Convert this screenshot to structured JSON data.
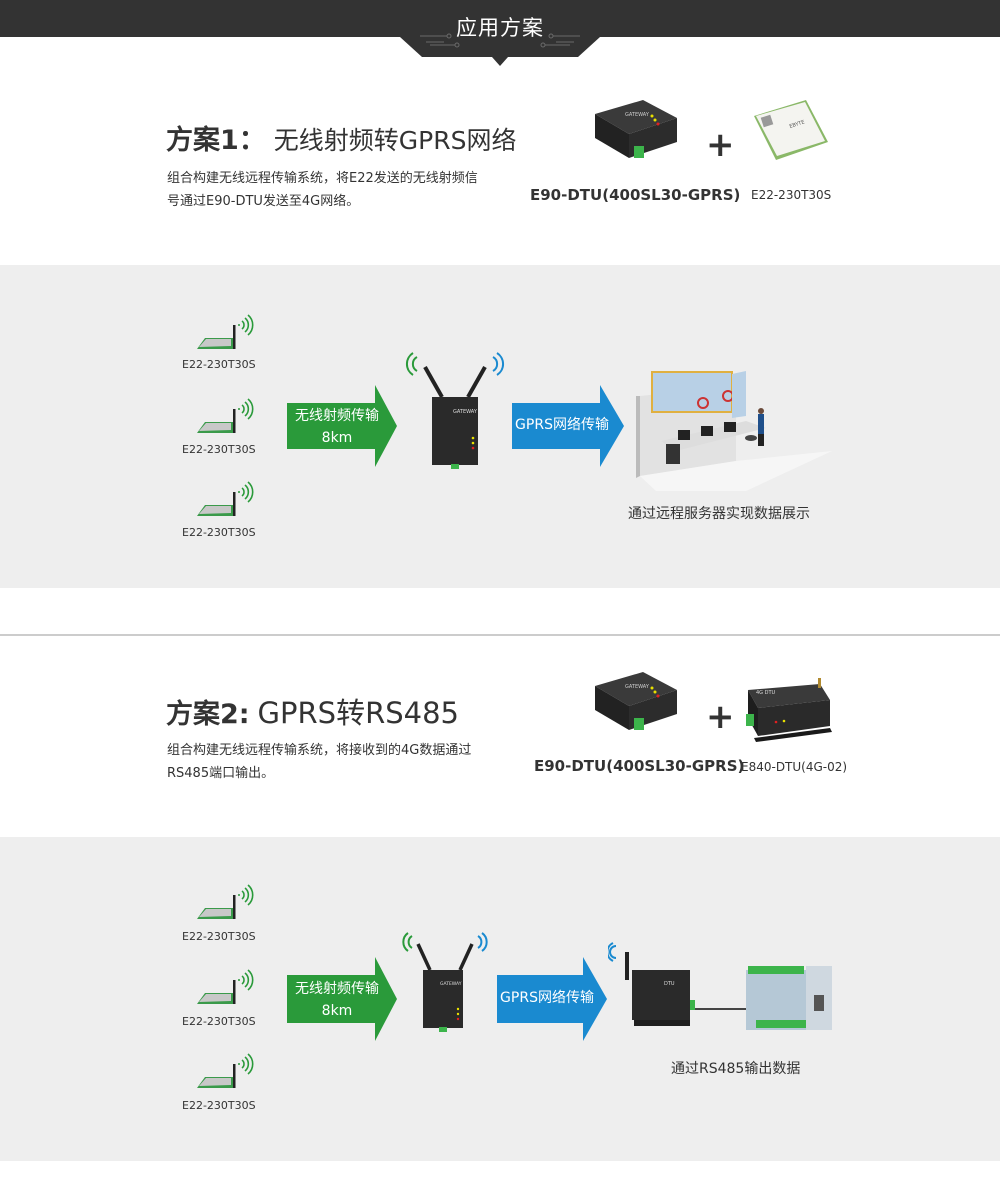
{
  "header": {
    "title": "应用方案"
  },
  "scheme1": {
    "title_prefix": "方案1：",
    "title_suffix": "无线射频转GPRS网络",
    "description": "组合构建无线远程传输系统，将E22发送的无线射频信号通过E90-DTU发送至4G网络。",
    "products": [
      {
        "label": "E90-DTU(400SL30-GPRS)",
        "icon": "gateway-device-icon"
      },
      {
        "label": "E22-230T30S",
        "icon": "rf-module-chip-icon"
      }
    ],
    "plus": "+",
    "diagram": {
      "nodes": [
        "E22-230T30S",
        "E22-230T30S",
        "E22-230T30S"
      ],
      "arrow1": {
        "line1": "无线射频传输",
        "line2": "8km",
        "color": "#2a9a3a"
      },
      "arrow2": {
        "label": "GPRS网络传输",
        "color": "#1a8ad0"
      },
      "caption": "通过远程服务器实现数据展示"
    }
  },
  "scheme2": {
    "title_prefix": "方案2:",
    "title_suffix": "GPRS转RS485",
    "description": "组合构建无线远程传输系统，将接收到的4G数据通过RS485端口输出。",
    "products": [
      {
        "label": "E90-DTU(400SL30-GPRS)",
        "icon": "gateway-device-icon"
      },
      {
        "label": "E840-DTU(4G-02)",
        "icon": "dtu-device-icon"
      }
    ],
    "plus": "+",
    "diagram": {
      "nodes": [
        "E22-230T30S",
        "E22-230T30S",
        "E22-230T30S"
      ],
      "arrow1": {
        "line1": "无线射频传输",
        "line2": "8km",
        "color": "#2a9a3a"
      },
      "arrow2": {
        "label": "GPRS网络传输",
        "color": "#1a8ad0"
      },
      "caption": "通过RS485输出数据"
    }
  }
}
